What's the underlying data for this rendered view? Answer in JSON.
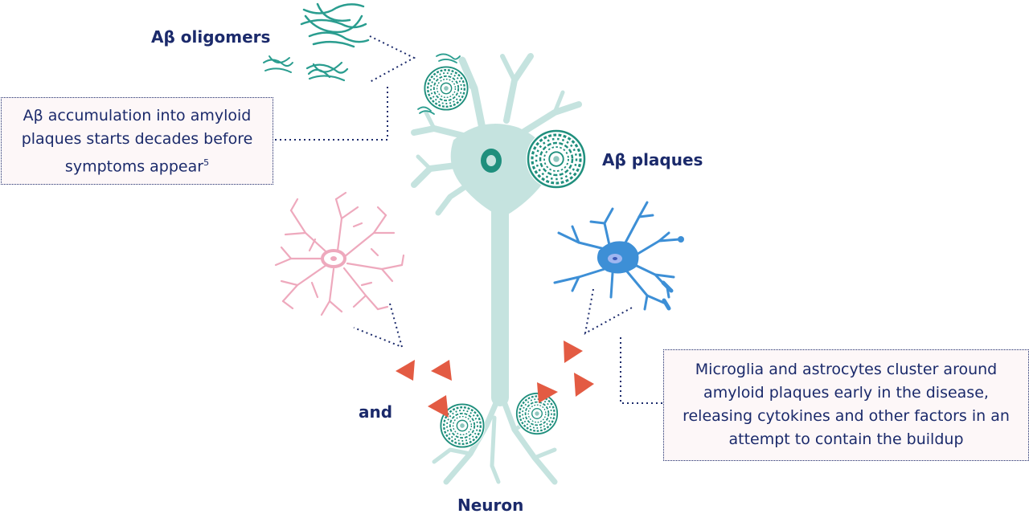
{
  "labels": {
    "oligomers": "Aβ oligomers",
    "plaques": "Aβ plaques",
    "and": "and",
    "neuron": "Neuron"
  },
  "notes": {
    "accumulation_text": "Aβ accumulation into amyloid plaques starts decades before symptoms appear",
    "accumulation_ref": "5",
    "microglia_text": "Microglia and astrocytes cluster around amyloid plaques early in the disease, releasing cytokines and other factors in an attempt to contain the buildup"
  },
  "icons": {
    "neuron": "neuron-icon",
    "astrocyte": "astrocyte-icon",
    "microglia": "microglia-icon",
    "plaque": "amyloid-plaque-icon",
    "oligomer": "oligomer-fibril-icon",
    "arrow": "triangle-arrow-icon"
  },
  "colors": {
    "neuron": "#c5e3df",
    "nucleus": "#1f8f7d",
    "plaque": "#1f8f7d",
    "oligomer": "#2a9d8f",
    "astrocyte": "#eea9bd",
    "microglia": "#3d8fd6",
    "arrow": "#e35b43",
    "text": "#1b2a6b"
  }
}
